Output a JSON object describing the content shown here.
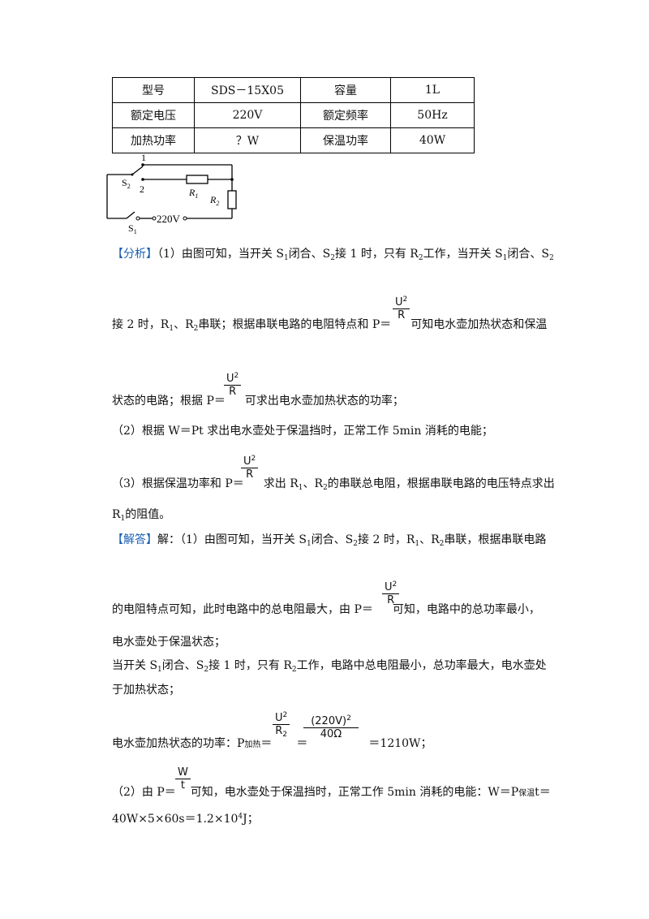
{
  "table": {
    "rows": [
      [
        "型号",
        "SDS－15X05",
        "容量",
        "1L"
      ],
      [
        "额定电压",
        "220V",
        "额定频率",
        "50Hz"
      ],
      [
        "加热功率",
        "？W",
        "保温功率",
        "40W"
      ]
    ]
  },
  "circuit": {
    "contact1": "1",
    "contact2": "2",
    "s2": "S",
    "s2_sub": "2",
    "s1": "S",
    "s1_sub": "1",
    "r1": "R",
    "r1_sub": "1",
    "r2": "R",
    "r2_sub": "2",
    "voltage": "220V"
  },
  "analysis": {
    "tag": "【分析】",
    "l1_a": "（1）由图可知，当开关 S",
    "l1_b": "闭合、S",
    "l1_c": "接 1 时，只有 R",
    "l1_d": "工作，当开关 S",
    "l1_e": "闭合、S",
    "l2_a": "接 2 时，R",
    "l2_b": "、R",
    "l2_c": "串联；根据串联电路的电阻特点和 P＝",
    "l2_d": "可知电水壶加热状态和保温",
    "l3_a": "状态的电路；根据 P＝",
    "l3_b": "可求出电水壶加热状态的功率；",
    "l4": "（2）根据 W＝Pt 求出电水壶处于保温挡时，正常工作 5min 消耗的电能；",
    "l5_a": "（3）根据保温功率和 P＝",
    "l5_b": "求出 R",
    "l5_c": "、R",
    "l5_d": "的串联总电阻，根据串联电路的电压特点求出",
    "l6_a": "R",
    "l6_b": "的阻值。"
  },
  "answer": {
    "tag": "【解答】",
    "l1_a": "解：（1）由图可知，当开关 S",
    "l1_b": "闭合、S",
    "l1_c": "接 2 时，R",
    "l1_d": "、R",
    "l1_e": "串联，根据串联电路",
    "l2_a": "的电阻特点可知，此时电路中的总电阻最大，由 P＝",
    "l2_b": "可知，电路中的总功率最小，",
    "l3": "电水壶处于保温状态；",
    "l4_a": "当开关 S",
    "l4_b": "闭合、S",
    "l4_c": "接 1 时，只有 R",
    "l4_d": "工作，电路中总电阻最小，总功率最大，电水壶处",
    "l5": "于加热状态；",
    "l6_a": "电水壶加热状态的功率：P",
    "l6_sub": "加热",
    "l6_b": "＝",
    "l6_c": "＝",
    "l6_d": "＝1210W；",
    "l7_a": "（2）由 P＝",
    "l7_b": "可知，电水壶处于保温挡时，正常工作 5min 消耗的电能：W＝P",
    "l7_sub": "保温",
    "l7_c": "t＝",
    "l8_a": "40W×5×60s＝1.2×10",
    "l8_sup": "4",
    "l8_b": "J；"
  },
  "formulas": {
    "u": "U",
    "two": "2",
    "r": "R",
    "r2_den": "R",
    "r2_den_sub": "2",
    "big_num": "(220V)",
    "big_den": "40Ω",
    "w": "W",
    "t": "t"
  }
}
